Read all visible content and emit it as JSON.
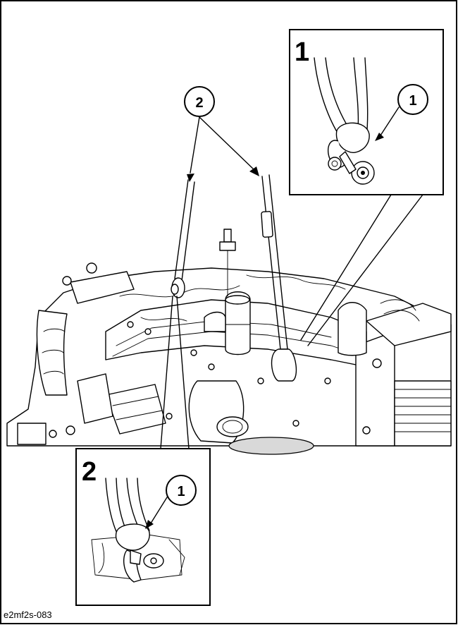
{
  "figure": {
    "image_code": "e2mf2s-083",
    "callouts": {
      "sling_main": "2",
      "shackle_inset1": "1",
      "shackle_inset2": "1"
    },
    "insets": {
      "top_right_number": "1",
      "bottom_left_number": "2"
    }
  }
}
